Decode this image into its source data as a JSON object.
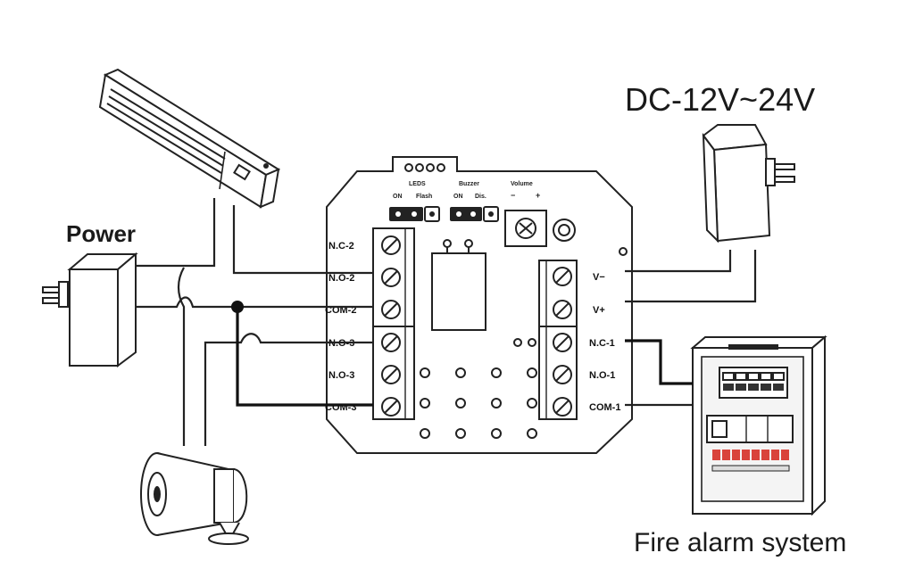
{
  "texts": {
    "power": "Power",
    "dc_voltage": "DC-12V~24V",
    "fire_alarm": "Fire alarm system"
  },
  "board": {
    "leds_header": "LEDS",
    "leds_on": "ON",
    "leds_flash": "Flash",
    "buzzer_header": "Buzzer",
    "buzzer_on": "ON",
    "buzzer_dis": "Dis.",
    "volume_header": "Volume",
    "volume_minus": "−",
    "volume_plus": "+",
    "left_terminals": [
      "N.C-2",
      "N.O-2",
      "COM-2",
      "N.O-3",
      "N.O-3",
      "COM-3"
    ],
    "right_terminals": [
      "V−",
      "V+",
      "N.C-1",
      "N.O-1",
      "COM-1"
    ]
  },
  "colors": {
    "line": "#222222",
    "panel_red": "#d9433b",
    "background": "#ffffff"
  }
}
